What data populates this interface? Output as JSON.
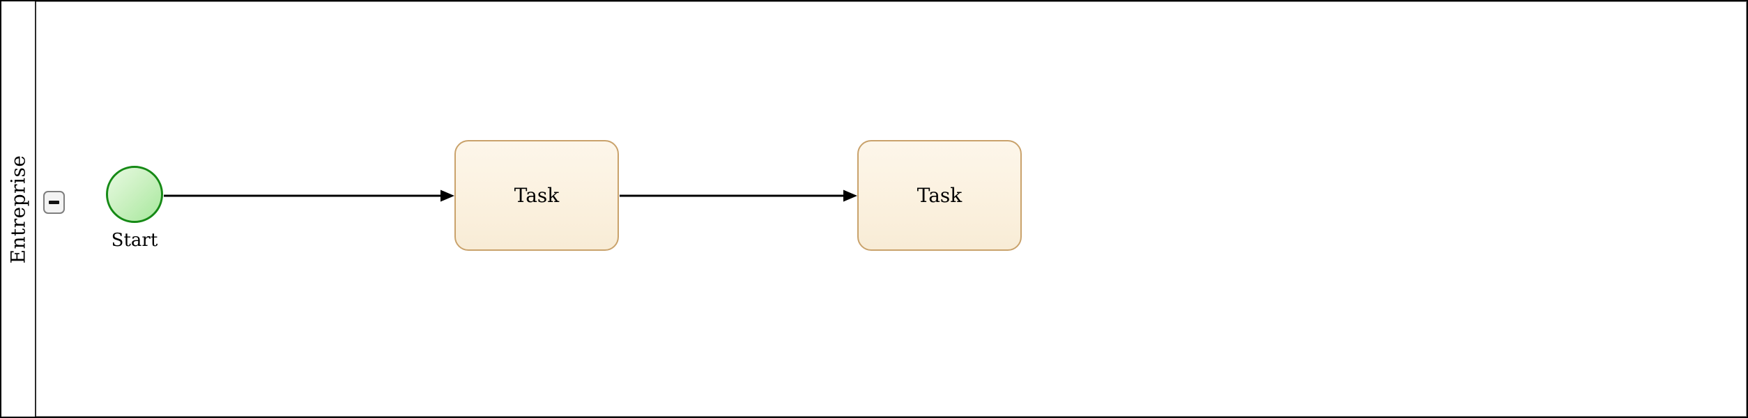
{
  "diagram": {
    "kind": "BPMN process diagram",
    "pool": {
      "label": "Entreprise",
      "collapse_button": {
        "icon": "minus"
      }
    },
    "nodes": [
      {
        "id": "start-event",
        "type": "start-event",
        "label": "Start"
      },
      {
        "id": "task-1",
        "type": "task",
        "label": "Task"
      },
      {
        "id": "task-2",
        "type": "task",
        "label": "Task"
      }
    ],
    "flows": [
      {
        "from": "start-event",
        "to": "task-1",
        "type": "sequence-flow"
      },
      {
        "from": "task-1",
        "to": "task-2",
        "type": "sequence-flow"
      }
    ],
    "colors": {
      "task_border": "#c9a26b",
      "task_fill_top": "#fdf6ea",
      "task_fill_bottom": "#f8ecd6",
      "event_border": "#168a16",
      "event_fill_top": "#e8fae2",
      "event_fill_bottom": "#a6e89c",
      "pool_border": "#000000",
      "lane_border": "#9a9a9a",
      "flow_stroke": "#000000",
      "collapse_button_bg": "#f3f3f3",
      "collapse_button_border": "#7e7e7e"
    }
  }
}
